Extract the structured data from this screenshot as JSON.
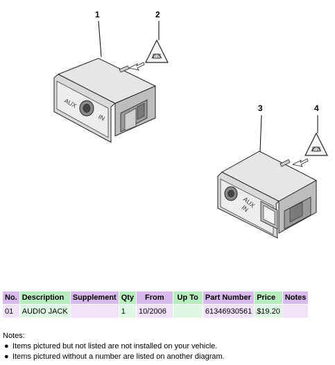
{
  "diagram": {
    "callouts": [
      "1",
      "2",
      "3",
      "4"
    ],
    "part1_label_aux": "AUX",
    "part1_label_in": "IN",
    "part2_label_aux": "AUX",
    "part2_label_in": "IN",
    "triangle_symbol": "triangle-lock-icon"
  },
  "table": {
    "headers": [
      "No.",
      "Description",
      "Supplement",
      "Qty",
      "From",
      "Up To",
      "Part Number",
      "Price",
      "Notes"
    ],
    "rows": [
      [
        "01",
        "AUDIO JACK",
        "",
        "1",
        "10/2006",
        "",
        "61346930561",
        "$19.20",
        ""
      ]
    ]
  },
  "notes": {
    "title": "Notes:",
    "items": [
      "Items pictured but not listed are not installed on your vehicle.",
      "Items pictured without a number are listed on another diagram."
    ],
    "bullet": "●"
  },
  "colors": {
    "header_purple": "#d7b9ec",
    "header_green": "#b7edbe",
    "row_purple": "#f2e3fb",
    "row_green": "#dff8e3"
  }
}
